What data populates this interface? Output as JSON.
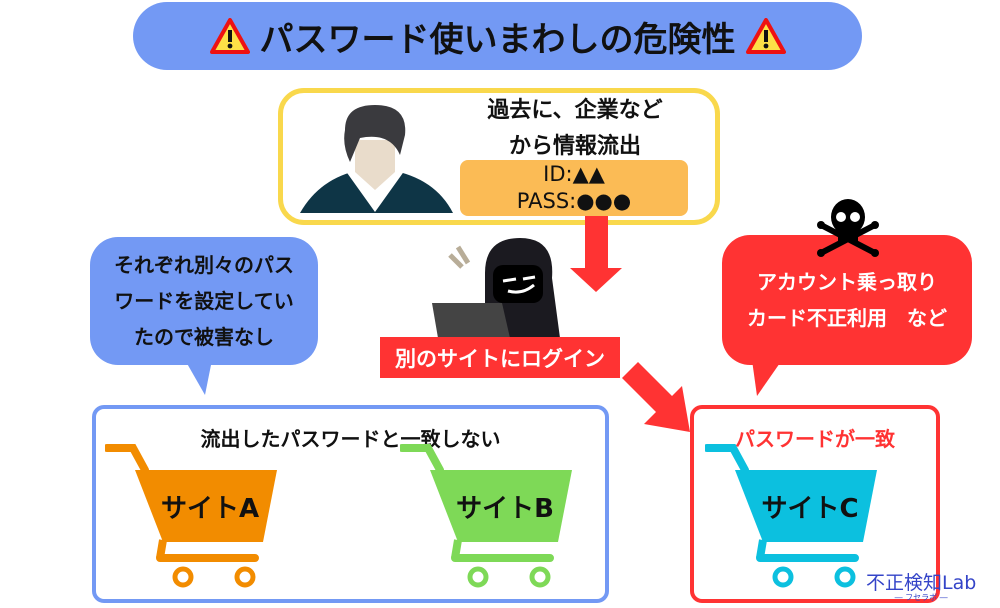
{
  "title": "パスワード使いまわしの危険性",
  "leak": {
    "line1": "過去に、企業など",
    "line2": "から情報流出",
    "id": "ID:▲▲",
    "pass": "PASS:●●●"
  },
  "login_label": "別のサイトにログイン",
  "safe_bubble": {
    "line1": "それぞれ別々のパス",
    "line2": "ワードを設定してい",
    "line3": "たので被害なし"
  },
  "danger_bubble": {
    "line1": "アカウント乗っ取り",
    "line2": "カード不正利用　など"
  },
  "left_box": {
    "title": "流出したパスワードと一致しない",
    "sites": [
      "サイトA",
      "サイトB"
    ]
  },
  "right_box": {
    "title": "パスワードが一致",
    "site": "サイトC"
  },
  "logo": {
    "name": "不正検知Lab",
    "sub": "― フセラボ ―"
  },
  "colors": {
    "blue": "#7399f4",
    "red": "#ff3333",
    "yellow": "#f9d84c",
    "orange": "#f28c00",
    "green": "#7ed957",
    "cyan": "#0cc0df"
  }
}
